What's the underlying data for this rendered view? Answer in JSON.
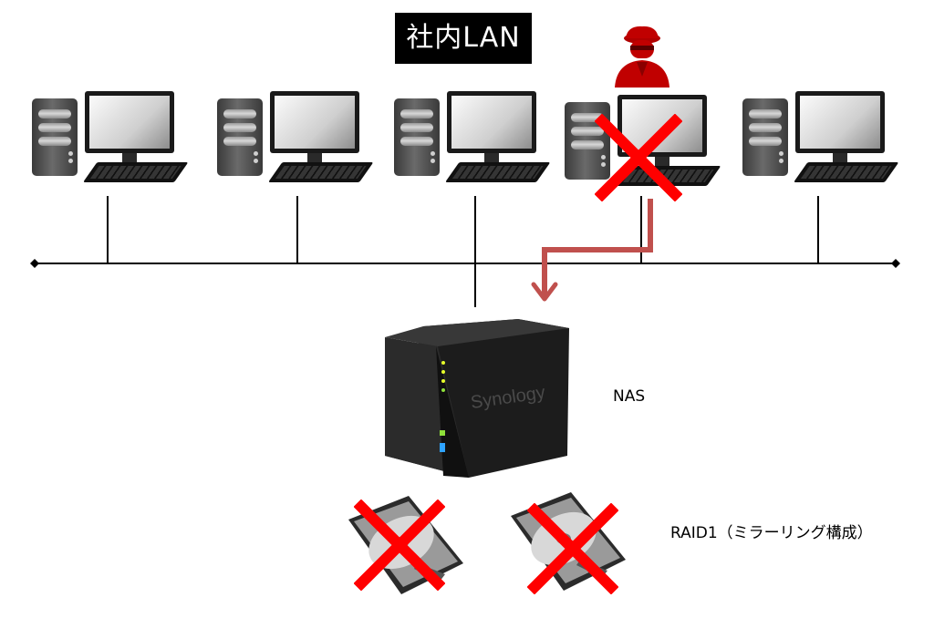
{
  "title": "社内LAN",
  "nas": {
    "label": "NAS",
    "brand": "Synology"
  },
  "raid": {
    "label": "RAID1（ミラーリング構成）"
  },
  "computers": [
    {
      "id": "pc-1",
      "compromised": false
    },
    {
      "id": "pc-2",
      "compromised": false
    },
    {
      "id": "pc-3",
      "compromised": false
    },
    {
      "id": "pc-4",
      "compromised": true
    },
    {
      "id": "pc-5",
      "compromised": false
    }
  ],
  "hard_drives": [
    {
      "id": "hdd-1",
      "failed": true
    },
    {
      "id": "hdd-2",
      "failed": true
    }
  ],
  "colors": {
    "cross": "#ff0000",
    "attack_arrow": "#c0504d",
    "network_line": "#000000",
    "title_background": "#000000",
    "attacker": "#c00000"
  },
  "icons": {
    "attacker": "hacker-icon",
    "computer": "desktop-computer-icon",
    "nas": "nas-device-icon",
    "disk": "hard-disk-icon",
    "failure": "cross-icon"
  }
}
